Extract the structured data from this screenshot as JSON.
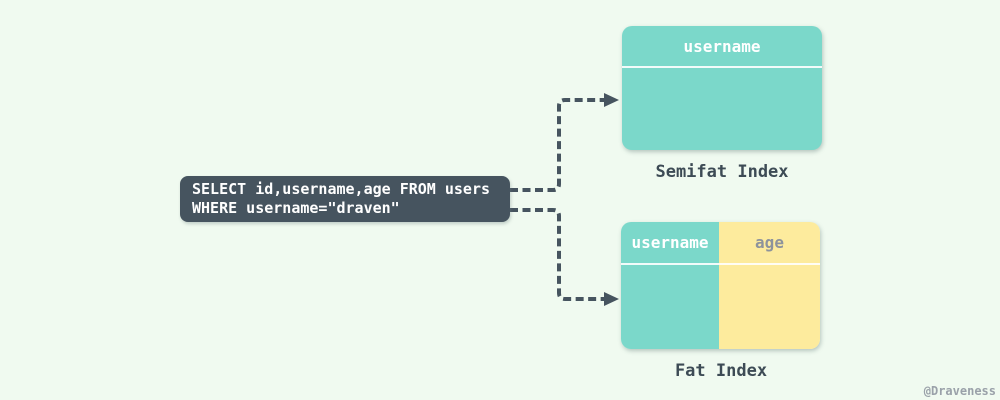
{
  "query_box": {
    "lines": [
      "SELECT id,username,age FROM users",
      "WHERE username=\"draven\""
    ]
  },
  "semifat_index": {
    "header": "username",
    "label": "Semifat Index"
  },
  "fat_index": {
    "columns": [
      {
        "header": "username"
      },
      {
        "header": "age"
      }
    ],
    "label": "Fat Index"
  },
  "watermark": "@Draveness",
  "colors": {
    "background": "#f0faf0",
    "slate": "#46545f",
    "teal": "#7bd8ca",
    "yellow": "#fdeb9d",
    "label_text": "#3d4b55",
    "age_text": "#8d939c",
    "white": "#ffffff"
  }
}
